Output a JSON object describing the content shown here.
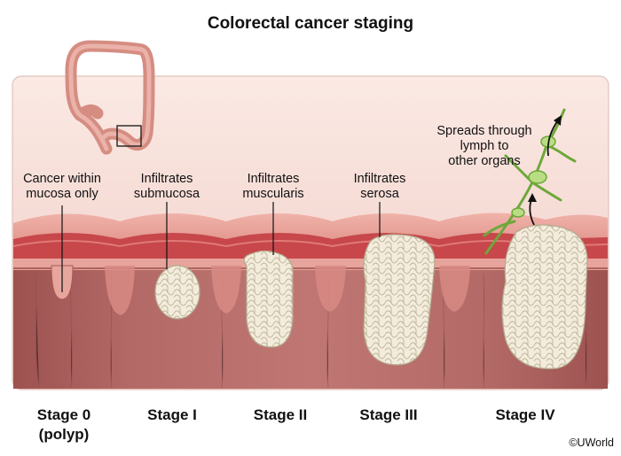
{
  "title": "Colorectal cancer staging",
  "labels": {
    "stage0": [
      "Cancer within",
      "mucosa only"
    ],
    "stage1": [
      "Infiltrates",
      "submucosa"
    ],
    "stage2": [
      "Infiltrates",
      "muscularis"
    ],
    "stage3": [
      "Infiltrates",
      "serosa"
    ],
    "stage4": [
      "Spreads through",
      "lymph to",
      "other organs"
    ]
  },
  "stages": {
    "s0": "Stage 0",
    "s0_sub": "(polyp)",
    "s1": "Stage I",
    "s2": "Stage II",
    "s3": "Stage III",
    "s4": "Stage IV"
  },
  "copyright": "©UWorld",
  "colors": {
    "mucosa": "#e49a92",
    "submucosa": "#c9464a",
    "muscle": "#b86a66",
    "lumen": "#a85a57",
    "tumor": "#f1ead8",
    "lymph": "#9ccc62",
    "colon": "#e8a396"
  },
  "icons": [
    "colon-outline-icon",
    "arrow-up-icon"
  ]
}
